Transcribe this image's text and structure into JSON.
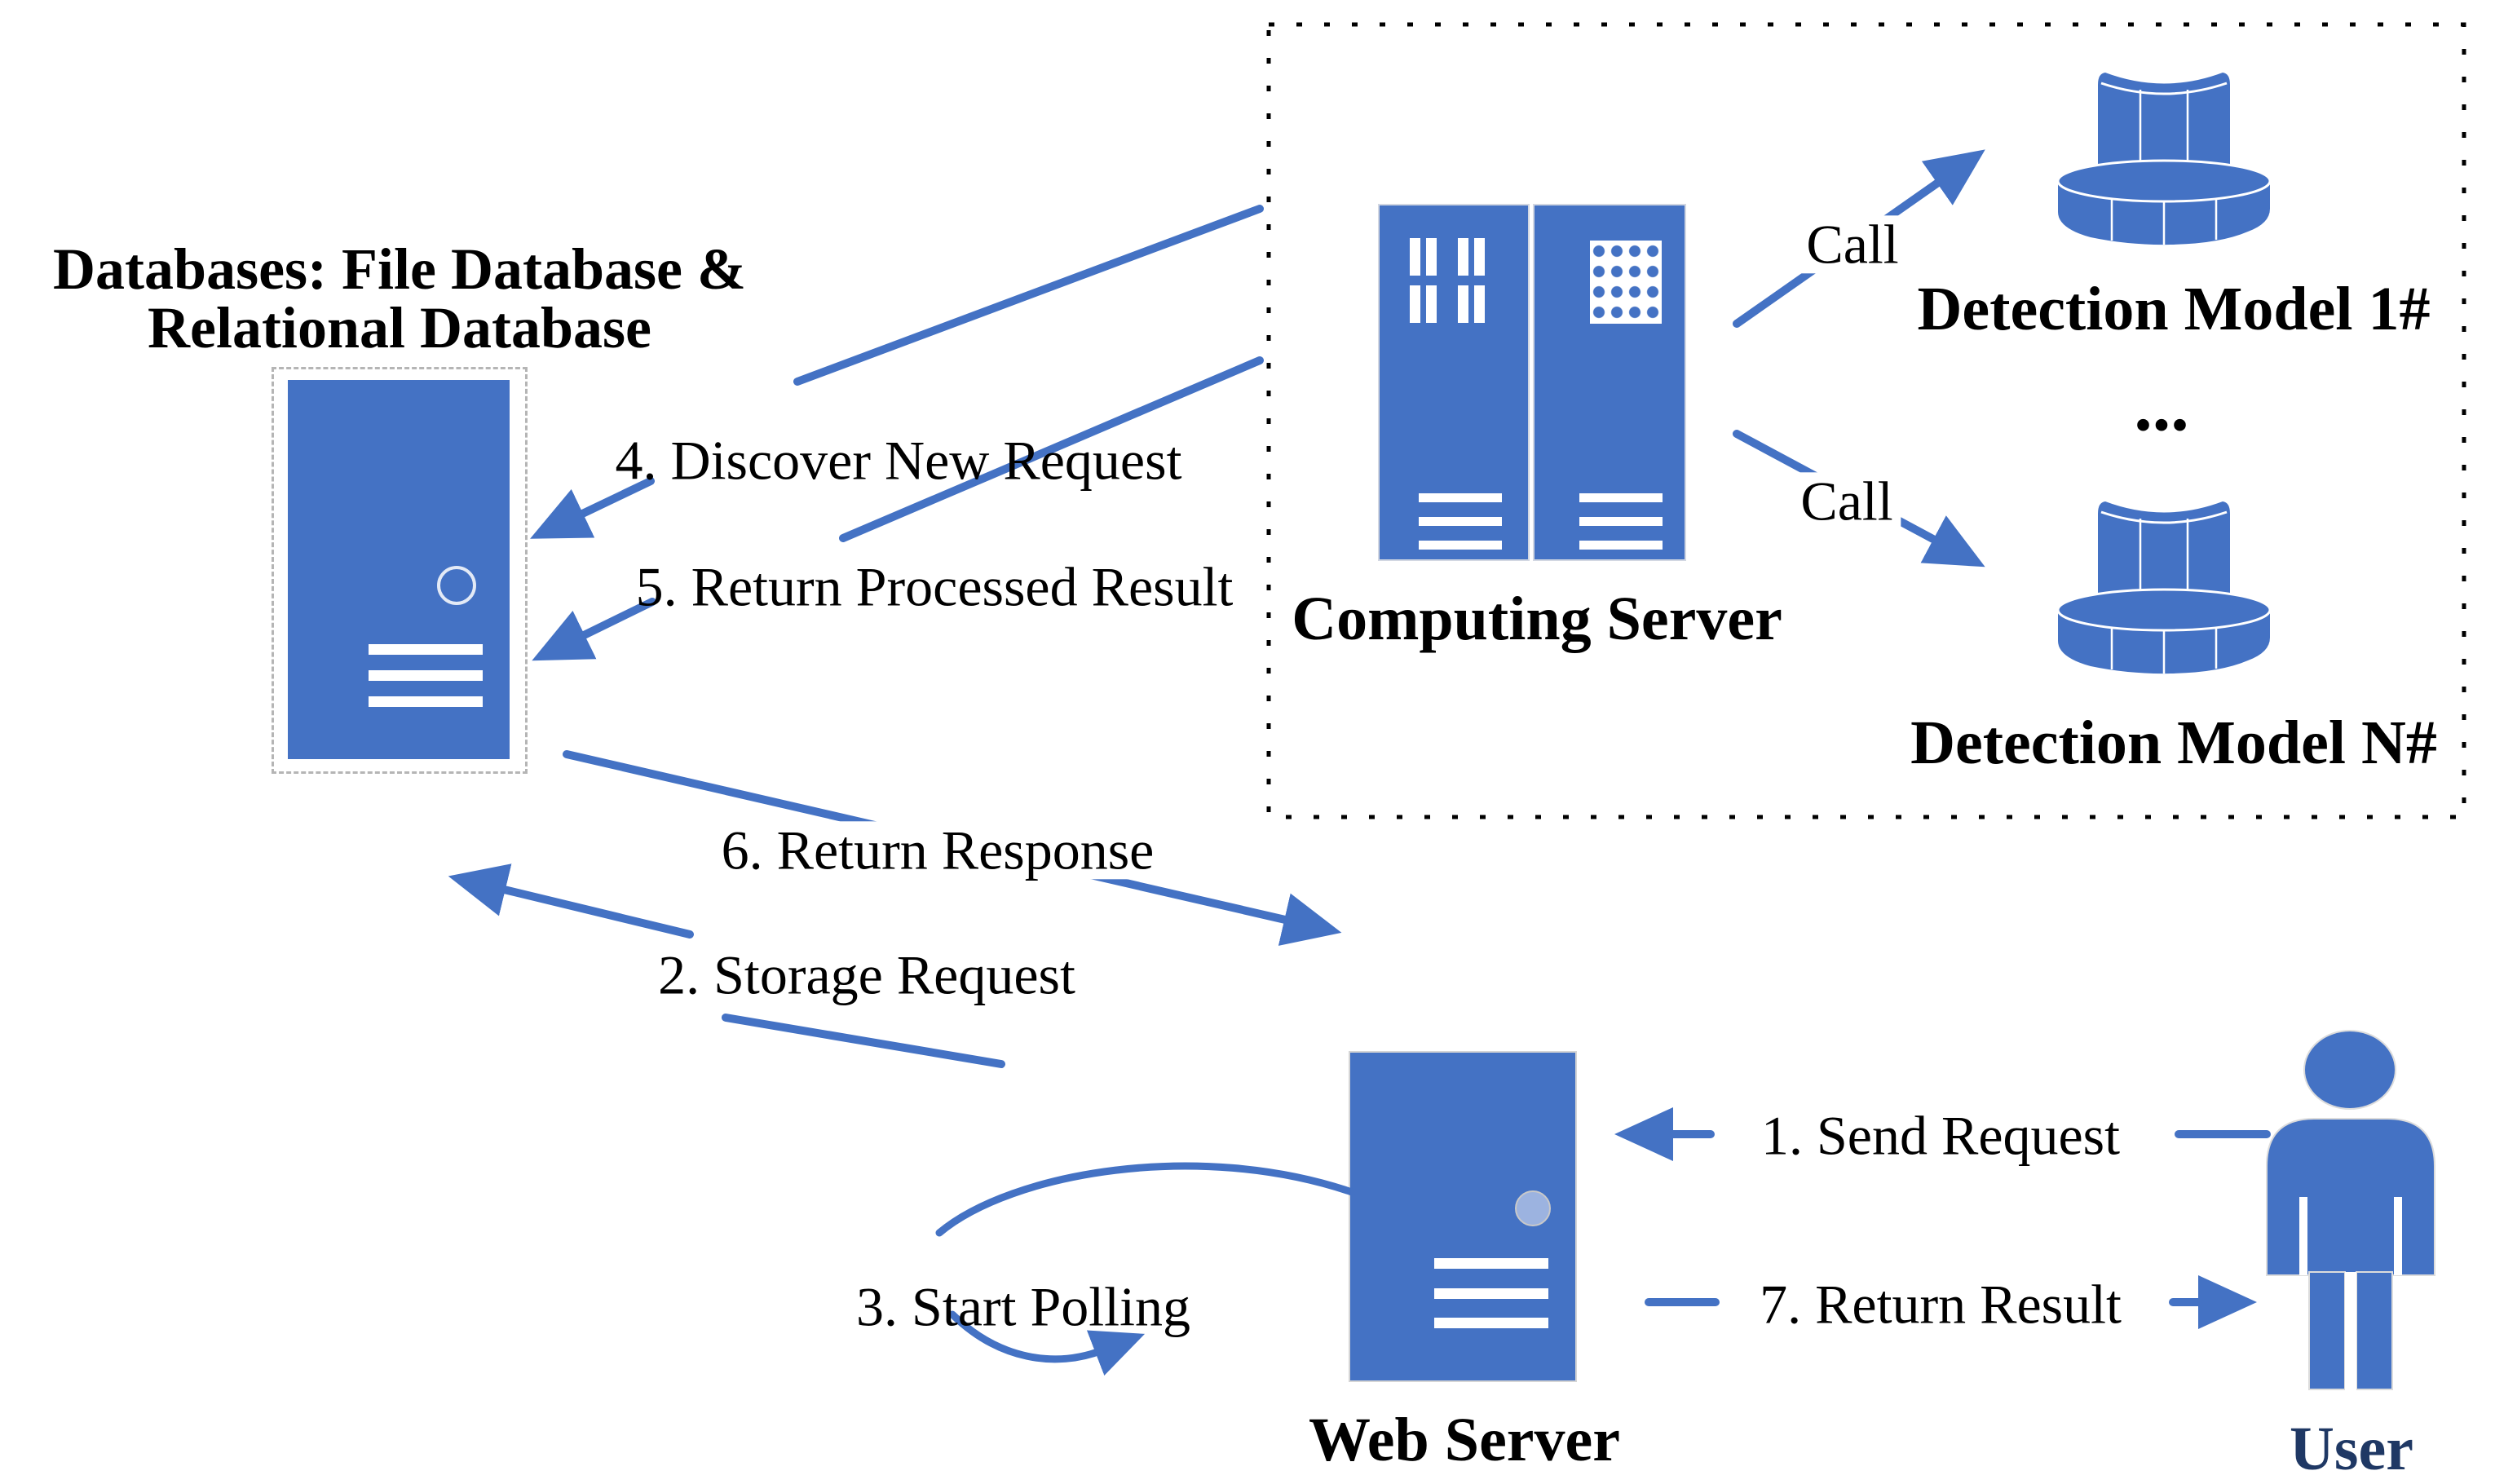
{
  "diagram": {
    "title": {
      "line1": "Databases: File Database &",
      "line2": "Relational Database"
    },
    "nodes": {
      "computing_server": {
        "label": "Computing Server"
      },
      "detection_model_1": {
        "label": "Detection Model 1#"
      },
      "detection_model_n": {
        "label": "Detection Model N#"
      },
      "models_ellipsis": "...",
      "web_server": {
        "label": "Web Server"
      },
      "user": {
        "label": "User"
      }
    },
    "calls": {
      "upper": "Call",
      "lower": "Call"
    },
    "steps": {
      "s1": {
        "label": "1. Send Request"
      },
      "s2": {
        "label": "2. Storage Request"
      },
      "s3": {
        "label": "3. Start Polling"
      },
      "s4": {
        "label": "4. Discover New Request"
      },
      "s5": {
        "label": "5. Return Processed Result"
      },
      "s6": {
        "label": "6. Return Response"
      },
      "s7": {
        "label": "7. Return Result"
      }
    },
    "colors": {
      "icon_blue": "#4472C4",
      "arrow_blue": "#4472C4",
      "server_circle_light": "#9CB3E0",
      "user_label": "#1F3864",
      "text": "#000000"
    }
  }
}
